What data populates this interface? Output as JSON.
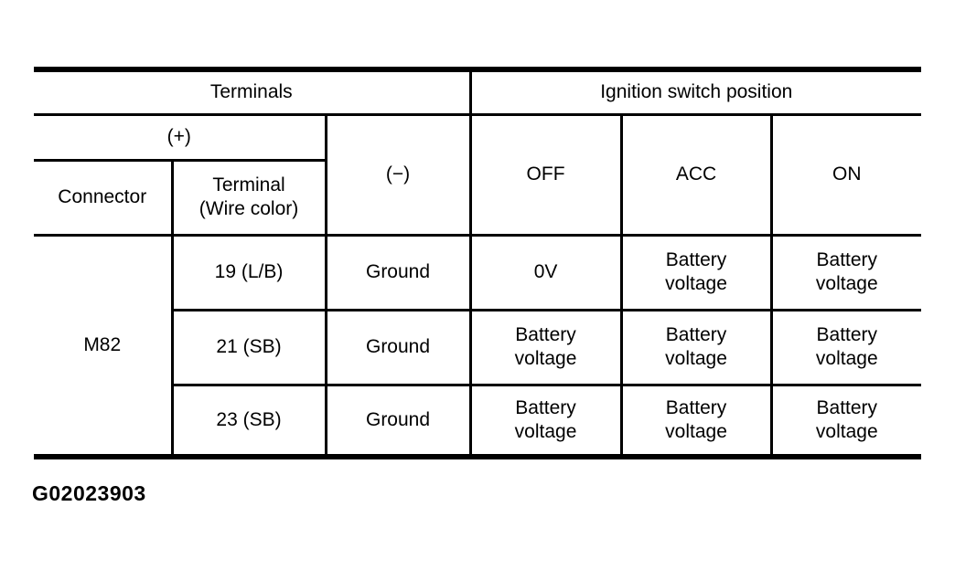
{
  "table": {
    "header": {
      "terminals": "Terminals",
      "ignition": "Ignition switch position",
      "plus": "(+)",
      "minus": "(−)",
      "connector": "Connector",
      "terminal_wire": "Terminal\n(Wire color)",
      "off": "OFF",
      "acc": "ACC",
      "on": "ON"
    },
    "rows": [
      {
        "connector": "M82",
        "terminal": "19 (L/B)",
        "minus": "Ground",
        "off": "0V",
        "acc": "Battery\nvoltage",
        "on": "Battery\nvoltage"
      },
      {
        "terminal": "21 (SB)",
        "minus": "Ground",
        "off": "Battery\nvoltage",
        "acc": "Battery\nvoltage",
        "on": "Battery\nvoltage"
      },
      {
        "terminal": "23 (SB)",
        "minus": "Ground",
        "off": "Battery\nvoltage",
        "acc": "Battery\nvoltage",
        "on": "Battery\nvoltage"
      }
    ]
  },
  "figure_id": "G02023903",
  "colors": {
    "ink": "#000000",
    "paper": "#ffffff"
  }
}
